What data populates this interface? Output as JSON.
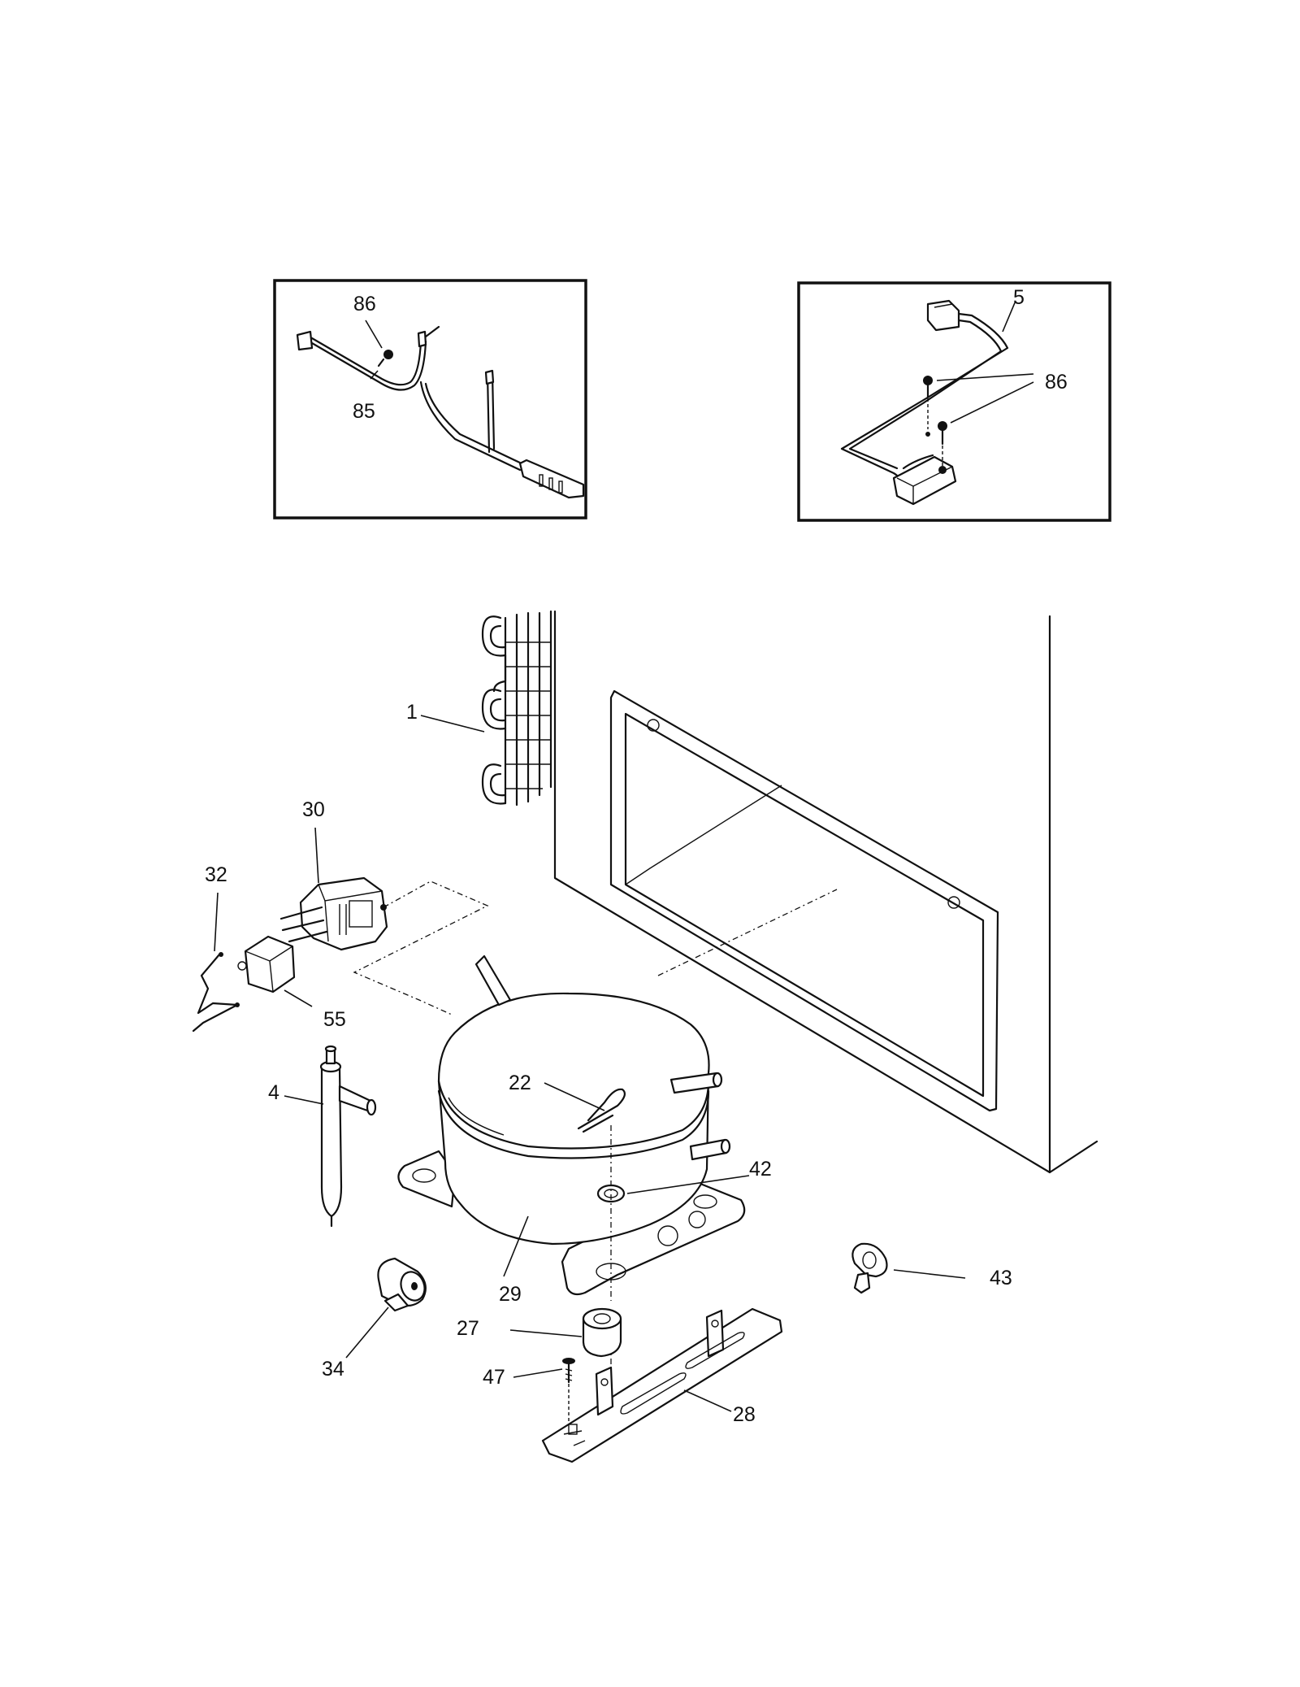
{
  "callouts": {
    "c86a": "86",
    "c85": "85",
    "c5": "5",
    "c86b": "86",
    "c1": "1",
    "c30": "30",
    "c32": "32",
    "c55": "55",
    "c4": "4",
    "c22": "22",
    "c42": "42",
    "c29": "29",
    "c43": "43",
    "c27": "27",
    "c34": "34",
    "c47": "47",
    "c28": "28"
  }
}
